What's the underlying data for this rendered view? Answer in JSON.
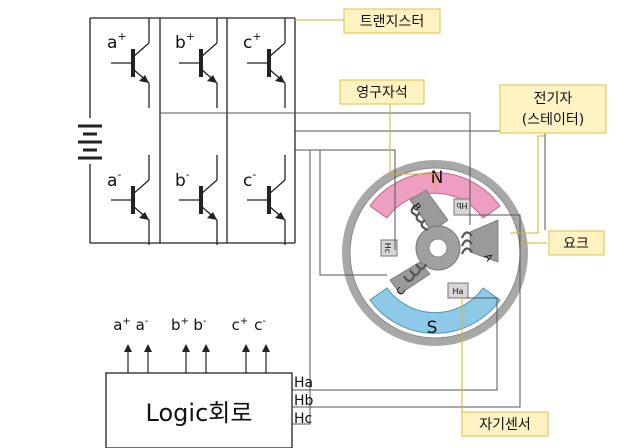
{
  "transistors": {
    "top": [
      "a+",
      "b+",
      "c+"
    ],
    "bottom": [
      "a-",
      "b-",
      "c-"
    ]
  },
  "callouts": {
    "transistor": "트랜지스터",
    "permanent_magnet": "영구자석",
    "stator_line1": "전기자",
    "stator_line2": "(스테이터)",
    "yoke": "요크",
    "hall_sensor": "자기센서"
  },
  "motor": {
    "north": "N",
    "south": "S",
    "coils": [
      "A",
      "B",
      "C"
    ],
    "hall_sensors": [
      "Ha",
      "Hb",
      "Hc"
    ]
  },
  "logic": {
    "title": "Logic회로",
    "outputs": [
      "a+",
      "a-",
      "b+",
      "b-",
      "c+",
      "c-"
    ],
    "inputs": [
      "Ha",
      "Hb",
      "Hc"
    ]
  },
  "colors": {
    "callout_fill": "#fff3c4",
    "callout_stroke": "#e0c240",
    "north_pole": "#ee9ec0",
    "south_pole": "#8fc9e8",
    "ring": "#a8a8a8",
    "coil": "#666666"
  }
}
